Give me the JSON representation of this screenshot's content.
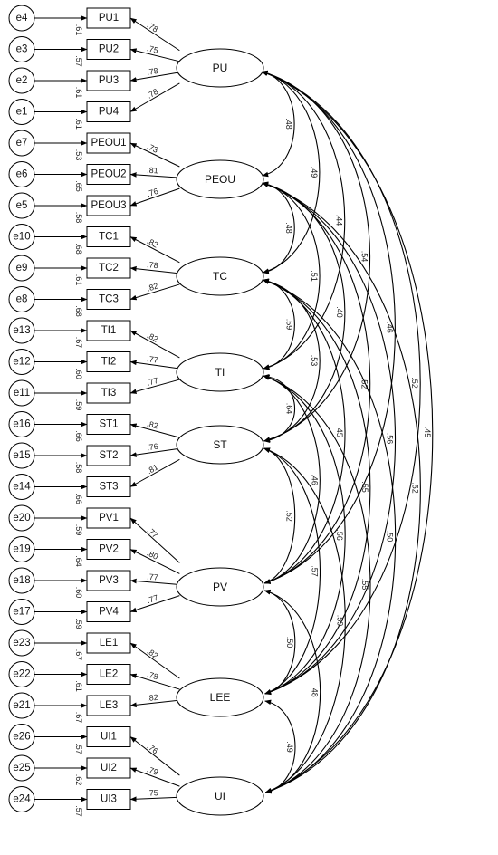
{
  "factors": [
    {
      "name": "PU",
      "items": [
        {
          "item": "PU1",
          "error": "e4",
          "loading": ".78",
          "r2": ".61"
        },
        {
          "item": "PU2",
          "error": "e3",
          "loading": ".75",
          "r2": ".57"
        },
        {
          "item": "PU3",
          "error": "e2",
          "loading": ".78",
          "r2": ".61"
        },
        {
          "item": "PU4",
          "error": "e1",
          "loading": ".78",
          "r2": ".61"
        }
      ]
    },
    {
      "name": "PEOU",
      "items": [
        {
          "item": "PEOU1",
          "error": "e7",
          "loading": ".73",
          "r2": ".53"
        },
        {
          "item": "PEOU2",
          "error": "e6",
          "loading": ".81",
          "r2": ".65"
        },
        {
          "item": "PEOU3",
          "error": "e5",
          "loading": ".76",
          "r2": ".58"
        }
      ]
    },
    {
      "name": "TC",
      "items": [
        {
          "item": "TC1",
          "error": "e10",
          "loading": ".82",
          "r2": ".68"
        },
        {
          "item": "TC2",
          "error": "e9",
          "loading": ".78",
          "r2": ".61"
        },
        {
          "item": "TC3",
          "error": "e8",
          "loading": ".82",
          "r2": ".68"
        }
      ]
    },
    {
      "name": "TI",
      "items": [
        {
          "item": "TI1",
          "error": "e13",
          "loading": ".82",
          "r2": ".67"
        },
        {
          "item": "TI2",
          "error": "e12",
          "loading": ".77",
          "r2": ".60"
        },
        {
          "item": "TI3",
          "error": "e11",
          "loading": ".77",
          "r2": ".59"
        }
      ]
    },
    {
      "name": "ST",
      "items": [
        {
          "item": "ST1",
          "error": "e16",
          "loading": ".82",
          "r2": ".66"
        },
        {
          "item": "ST2",
          "error": "e15",
          "loading": ".76",
          "r2": ".58"
        },
        {
          "item": "ST3",
          "error": "e14",
          "loading": ".81",
          "r2": ".66"
        }
      ]
    },
    {
      "name": "PV",
      "items": [
        {
          "item": "PV1",
          "error": "e20",
          "loading": ".77",
          "r2": ".59"
        },
        {
          "item": "PV2",
          "error": "e19",
          "loading": ".80",
          "r2": ".64"
        },
        {
          "item": "PV3",
          "error": "e18",
          "loading": ".77",
          "r2": ".60"
        },
        {
          "item": "PV4",
          "error": "e17",
          "loading": ".77",
          "r2": ".59"
        }
      ]
    },
    {
      "name": "LEE",
      "items": [
        {
          "item": "LE1",
          "error": "e23",
          "loading": ".82",
          "r2": ".67"
        },
        {
          "item": "LE2",
          "error": "e22",
          "loading": ".78",
          "r2": ".61"
        },
        {
          "item": "LE3",
          "error": "e21",
          "loading": ".82",
          "r2": ".67"
        }
      ]
    },
    {
      "name": "UI",
      "items": [
        {
          "item": "UI1",
          "error": "e26",
          "loading": ".76",
          "r2": ".57"
        },
        {
          "item": "UI2",
          "error": "e25",
          "loading": ".79",
          "r2": ".62"
        },
        {
          "item": "UI3",
          "error": "e24",
          "loading": ".75",
          "r2": ".57"
        }
      ]
    }
  ],
  "covariances": [
    {
      "from": "PU",
      "to": "PEOU",
      "value": ".48"
    },
    {
      "from": "PU",
      "to": "TC",
      "value": ".49"
    },
    {
      "from": "PU",
      "to": "TI",
      "value": ".44"
    },
    {
      "from": "PU",
      "to": "ST",
      "value": ".54"
    },
    {
      "from": "PU",
      "to": "PV",
      "value": ".46"
    },
    {
      "from": "PU",
      "to": "LEE",
      "value": ".52"
    },
    {
      "from": "PU",
      "to": "UI",
      "value": ".45"
    },
    {
      "from": "PEOU",
      "to": "TC",
      "value": ".48"
    },
    {
      "from": "PEOU",
      "to": "TI",
      "value": ".51"
    },
    {
      "from": "PEOU",
      "to": "ST",
      "value": ".40"
    },
    {
      "from": "PEOU",
      "to": "PV",
      "value": ".52"
    },
    {
      "from": "PEOU",
      "to": "LEE",
      "value": ".56"
    },
    {
      "from": "PEOU",
      "to": "UI",
      "value": ".52"
    },
    {
      "from": "TC",
      "to": "TI",
      "value": ".59"
    },
    {
      "from": "TC",
      "to": "ST",
      "value": ".53"
    },
    {
      "from": "TC",
      "to": "PV",
      "value": ".45"
    },
    {
      "from": "TC",
      "to": "LEE",
      "value": ".55"
    },
    {
      "from": "TC",
      "to": "UI",
      "value": ".50"
    },
    {
      "from": "TI",
      "to": "ST",
      "value": ".64"
    },
    {
      "from": "TI",
      "to": "PV",
      "value": ".46"
    },
    {
      "from": "TI",
      "to": "LEE",
      "value": ".56"
    },
    {
      "from": "TI",
      "to": "UI",
      "value": ".55"
    },
    {
      "from": "ST",
      "to": "PV",
      "value": ".52"
    },
    {
      "from": "ST",
      "to": "LEE",
      "value": ".57"
    },
    {
      "from": "ST",
      "to": "UI",
      "value": ".59"
    },
    {
      "from": "PV",
      "to": "LEE",
      "value": ".50"
    },
    {
      "from": "PV",
      "to": "UI",
      "value": ".48"
    },
    {
      "from": "LEE",
      "to": "UI",
      "value": ".49"
    }
  ]
}
